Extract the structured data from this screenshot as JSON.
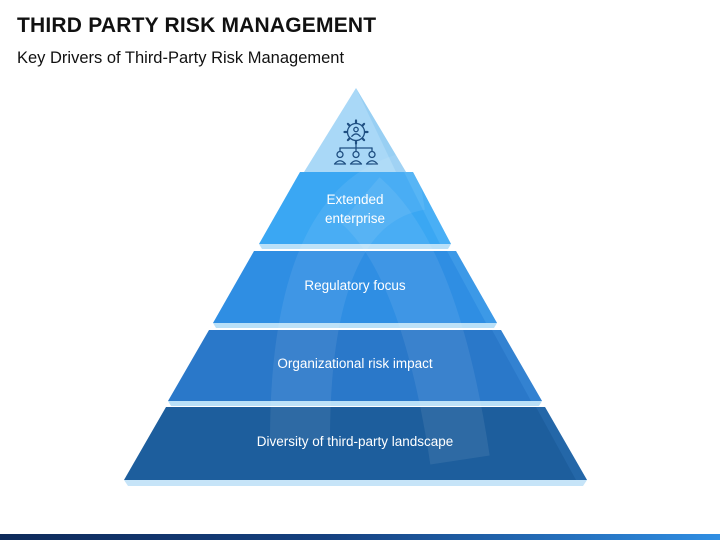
{
  "header": {
    "title": "THIRD PARTY RISK MANAGEMENT",
    "subtitle": "Key Drivers of Third-Party Risk Management"
  },
  "pyramid": {
    "apex_icon": "gear-people-network-icon",
    "tiers": [
      {
        "label_line1": "Extended",
        "label_line2": "enterprise",
        "color": "#3aa7f3"
      },
      {
        "label": "Regulatory focus",
        "color": "#2f8ee3"
      },
      {
        "label": "Organizational risk impact",
        "color": "#2a78c9"
      },
      {
        "label": "Diversity of third-party landscape",
        "color": "#1d5e9d"
      }
    ],
    "apex_color": "#a9d8f7"
  },
  "colors": {
    "footer_dark": "#0e2a5a",
    "footer_light": "#2f8ee3"
  }
}
